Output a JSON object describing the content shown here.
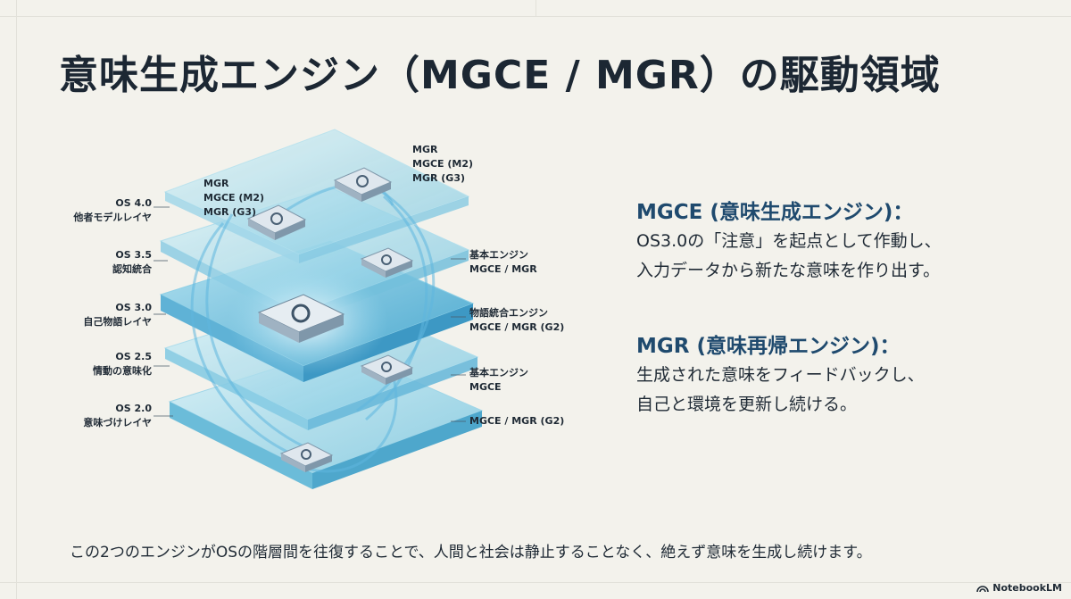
{
  "title": "意味生成エンジン（MGCE / MGR）の駆動領域",
  "layers_left": [
    {
      "os": "OS 4.0",
      "name": "他者モデルレイヤ"
    },
    {
      "os": "OS 3.5",
      "name": "認知統合"
    },
    {
      "os": "OS 3.0",
      "name": "自己物語レイヤ"
    },
    {
      "os": "OS 2.5",
      "name": "情動の意味化"
    },
    {
      "os": "OS 2.0",
      "name": "意味づけレイヤ"
    }
  ],
  "chip_labels": {
    "top_left": [
      "MGR",
      "MGCE (M2)",
      "MGR (G3)"
    ],
    "top_right": [
      "MGR",
      "MGCE (M2)",
      "MGR (G3)"
    ]
  },
  "layers_right": [
    {
      "line1": "基本エンジン",
      "line2": "MGCE / MGR"
    },
    {
      "line1": "物語統合エンジン",
      "line2": "MGCE / MGR (G2)"
    },
    {
      "line1": "基本エンジン",
      "line2": "MGCE"
    },
    {
      "line1": "MGCE / MGR (G2)",
      "line2": ""
    }
  ],
  "mgce": {
    "heading": "MGCE (意味生成エンジン)：",
    "lines": [
      "OS3.0の「注意」を起点として作動し、",
      "入力データから新たな意味を作り出す。"
    ]
  },
  "mgr": {
    "heading": "MGR (意味再帰エンジン)：",
    "lines": [
      "生成された意味をフィードバックし、",
      "自己と環境を更新し続ける。"
    ]
  },
  "footer": "この2つのエンジンがOSの階層間を往復することで、人間と社会は静止することなく、絶えず意味を生成し続けます。",
  "brand": "NotebookLM",
  "colors": {
    "accent": "#1f4a6e",
    "layer": "#8fd3e6",
    "background": "#f3f2ec"
  }
}
